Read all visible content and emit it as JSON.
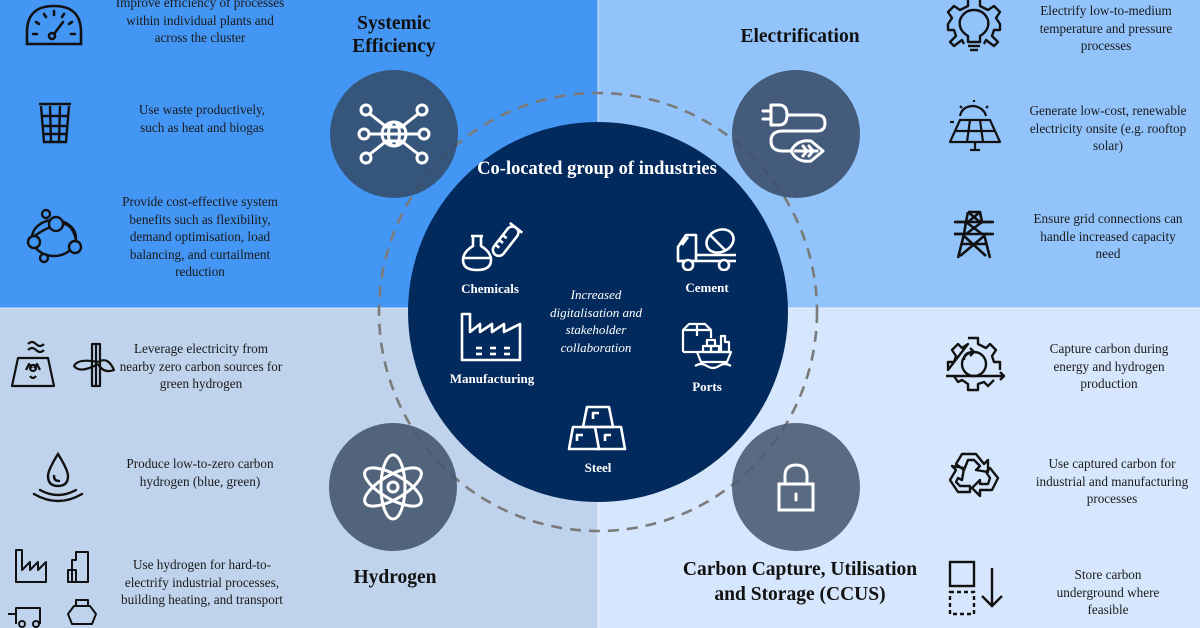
{
  "colors": {
    "systemic_efficiency_bg": "#4496f5",
    "electrification_bg": "#92c4fb",
    "hydrogen_bg": "#bfd3ec",
    "ccus_bg": "#d6e7fd",
    "hub": "#022a5c",
    "pillar_circle": "#4f6178",
    "dashed_ring": "#7a7a7a"
  },
  "hub": {
    "title": "Co-located group of industries",
    "subtitle": "Increased digitalisation and stakeholder collaboration",
    "industries": [
      {
        "label": "Chemicals",
        "icon": "chemistry-flask-icon"
      },
      {
        "label": "Cement",
        "icon": "cement-mixer-truck-icon"
      },
      {
        "label": "Manufacturing",
        "icon": "factory-icon"
      },
      {
        "label": "Ports",
        "icon": "cargo-ship-icon"
      },
      {
        "label": "Steel",
        "icon": "steel-ingots-icon"
      }
    ]
  },
  "pillars": {
    "systemic_efficiency": {
      "title": "Systemic Efficiency",
      "icon": "network-globe-icon",
      "items": [
        {
          "icon": "speedometer-icon",
          "text": "Improve efficiency of processes within individual plants and across the cluster"
        },
        {
          "icon": "waste-bin-icon",
          "text": "Use waste productively, such as heat and biogas"
        },
        {
          "icon": "system-orbit-icon",
          "text": "Provide cost-effective system benefits such as flexibility, demand optimisation, load balancing, and curtailment reduction"
        }
      ]
    },
    "electrification": {
      "title": "Electrification",
      "icon": "plug-leaf-icon",
      "items": [
        {
          "icon": "gear-bulb-icon",
          "text": "Electrify low-to-medium temperature and pressure processes"
        },
        {
          "icon": "solar-panel-icon",
          "text": "Generate low-cost, renewable electricity onsite (e.g. rooftop solar)"
        },
        {
          "icon": "pylon-icon",
          "text": "Ensure grid connections can handle increased capacity need"
        }
      ]
    },
    "hydrogen": {
      "title": "Hydrogen",
      "icon": "atom-icon",
      "items": [
        {
          "icon": "nuclear-wind-icon",
          "text": "Leverage electricity from nearby zero carbon sources for green hydrogen"
        },
        {
          "icon": "water-drop-icon",
          "text": "Produce low-to-zero carbon hydrogen (blue, green)"
        },
        {
          "icon": "industry-transport-icon",
          "text": "Use hydrogen for hard-to-electrify industrial processes, building heating, and transport"
        }
      ]
    },
    "ccus": {
      "title": "Carbon Capture, Utilisation and Storage (CCUS)",
      "icon": "padlock-icon",
      "items": [
        {
          "icon": "gear-cycle-icon",
          "text": "Capture carbon during energy and hydrogen production"
        },
        {
          "icon": "recycle-icon",
          "text": "Use captured carbon for industrial and manufacturing processes"
        },
        {
          "icon": "store-down-icon",
          "text": "Store carbon underground where feasible"
        }
      ]
    }
  }
}
